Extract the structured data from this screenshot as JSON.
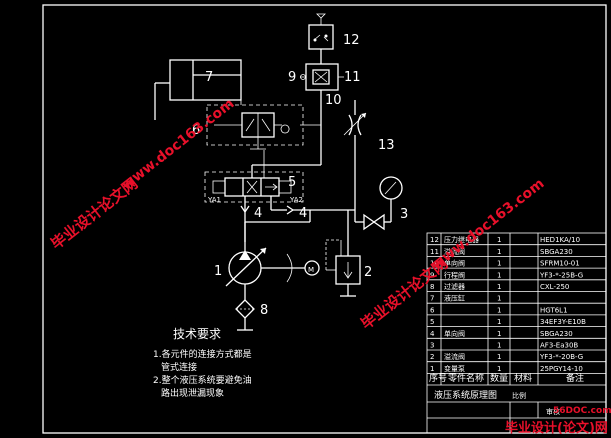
{
  "components": {
    "n1": "1",
    "n2": "2",
    "n3": "3",
    "n4a": "4",
    "n4b": "4",
    "n5": "5",
    "n6": "6",
    "n7": "7",
    "n8": "8",
    "n9": "9",
    "n10": "10",
    "n11": "11",
    "n12": "12",
    "n13": "13",
    "motor": "M",
    "ya1": "YA1",
    "ya2": "YA2"
  },
  "notes": {
    "title": "技术要求",
    "line1": "1.各元件的连接方式都是",
    "line2": "管式连接",
    "line3": "2.整个液压系统要避免油",
    "line4": "路出现泄漏现象"
  },
  "bom": {
    "rows": [
      {
        "no": "12",
        "name": "压力继电器",
        "qty": "1",
        "code": "HED1KA/10"
      },
      {
        "no": "11",
        "name": "溢流阀",
        "qty": "1",
        "code": "SBGA230"
      },
      {
        "no": "10",
        "name": "单向阀",
        "qty": "1",
        "code": "SFRM10-01"
      },
      {
        "no": "9",
        "name": "行程阀",
        "qty": "1",
        "code": "YF3-*-25B-G"
      },
      {
        "no": "8",
        "name": "过滤器",
        "qty": "1",
        "code": "CXL-250"
      },
      {
        "no": "7",
        "name": "液压缸",
        "qty": "1",
        "code": ""
      },
      {
        "no": "6",
        "name": "",
        "qty": "1",
        "code": "HGT6L1"
      },
      {
        "no": "5",
        "name": "",
        "qty": "1",
        "code": "34EF3Y-E10B"
      },
      {
        "no": "4",
        "name": "单向阀",
        "qty": "1",
        "code": "SBGA230"
      },
      {
        "no": "3",
        "name": "",
        "qty": "1",
        "code": "AF3-Ea30B"
      },
      {
        "no": "2",
        "name": "溢流阀",
        "qty": "1",
        "code": "YF3-*-20B-G"
      },
      {
        "no": "1",
        "name": "变量泵",
        "qty": "1",
        "code": "25PGY14-10"
      }
    ],
    "header": {
      "no": "序号",
      "name": "零件名称",
      "qty": "数量",
      "material": "材料",
      "remark": "备注"
    },
    "title": "液压系统原理图",
    "check_label": "审核",
    "scale_label": "比例"
  },
  "watermarks": {
    "site_a": "毕业设计论文网",
    "url_a": "www.doc163.com",
    "footer": "毕业设计(论文)网",
    "footer_url": "56DOC.com"
  }
}
